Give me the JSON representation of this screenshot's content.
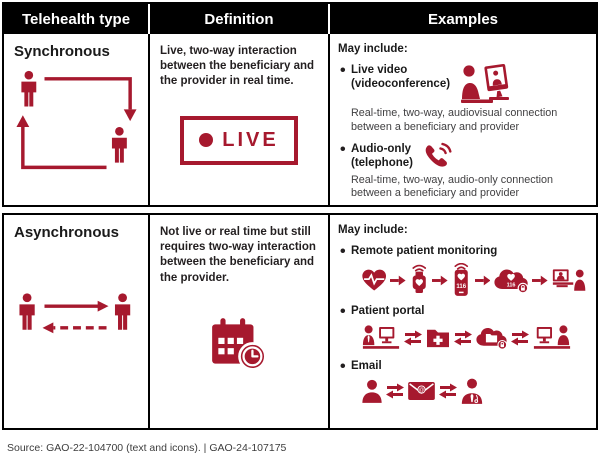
{
  "colors": {
    "accent": "#A6192E",
    "header_bg": "#000000",
    "heading_text": "#1A1A1A",
    "body_text": "#414042"
  },
  "header": {
    "columns": [
      "Telehealth type",
      "Definition",
      "Examples"
    ]
  },
  "sync": {
    "label": "Synchronous",
    "definition": "Live, two-way interaction between the beneficiary and the provider in real time.",
    "live_badge": "LIVE",
    "may_include": "May include:",
    "ex1_title_line1": "Live video",
    "ex1_title_line2": "(videoconference)",
    "ex1_desc": "Real-time, two-way, audiovisual connection between a beneficiary and provider",
    "ex2_title_line1": "Audio-only",
    "ex2_title_line2": "(telephone)",
    "ex2_desc": "Real-time, two-way, audio-only connection between a beneficiary and provider"
  },
  "async": {
    "label": "Asynchronous",
    "definition": "Not live or real time but still requires two-way interaction between the beneficiary and the provider.",
    "may_include": "May include:",
    "ex1": "Remote patient monitoring",
    "ex2": "Patient portal",
    "ex3": "Email",
    "phone_reading": "116",
    "cloud_reading": "116"
  },
  "footer": {
    "source": "Source: GAO-22-104700 (text and icons).  |  GAO-24-107175"
  }
}
